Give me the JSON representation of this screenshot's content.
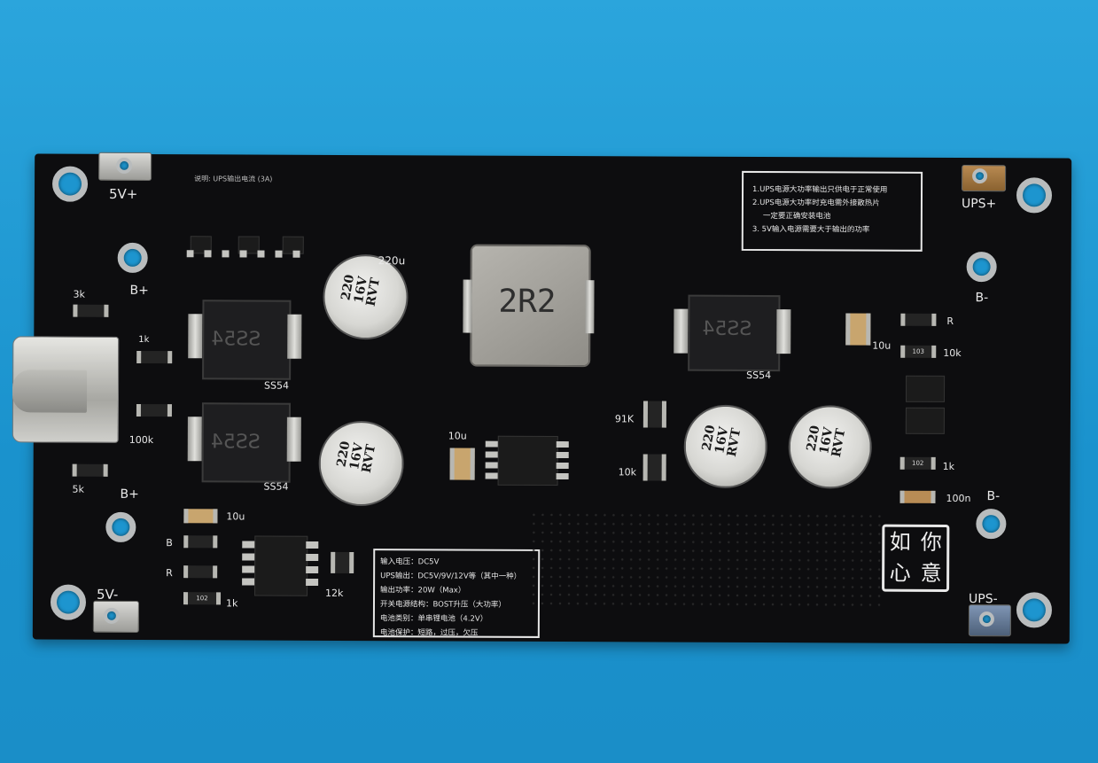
{
  "board": {
    "labels": {
      "v5_plus": "5V+",
      "v5_minus": "5V-",
      "ups_plus": "UPS+",
      "ups_minus": "UPS-",
      "b_plus_top": "B+",
      "b_plus_bottom": "B+",
      "b_minus_top": "B-",
      "b_minus_bottom": "B-",
      "r_3k": "3k",
      "r_1k": "1k",
      "r_100k": "100k",
      "r_5k": "5k",
      "c_10u_left": "10u",
      "r_b": "B",
      "r_r": "R",
      "r_1k_bottom": "1k",
      "r_12k": "12k",
      "c_10u_mid": "10u",
      "r_91k": "91K",
      "r_10k_mid": "10k",
      "c_10u_right": "10u",
      "r_r_right": "R",
      "r_10k_right": "10k",
      "r_1k_right": "1k",
      "c_100n": "100n",
      "ss54_left_top": "SS54",
      "ss54_left_bottom": "SS54",
      "ss54_right": "SS54",
      "cap_220u_label": "220u"
    },
    "components": {
      "inductor_marking": "2R2",
      "diode_marking": "SS54",
      "cap_line1": "220",
      "cap_line2": "16V",
      "cap_line3": "RVT",
      "smd_102": "102",
      "smd_103": "103"
    },
    "notes_top": [
      "1.UPS电源大功率输出只供电于正常使用",
      "2.UPS电源大功率时充电需外接散热片",
      "一定要正确安装电池",
      "3. 5V输入电源需要大于输出的功率"
    ],
    "specs": [
      "输入电压：DC5V",
      "UPS输出：DC5V/9V/12V等（其中一种）",
      "输出功率：20W（Max）",
      "开关电源结构：BOST升压（大功率）",
      "电池类别：单串锂电池（4.2V）",
      "电池保护：短路，过压，欠压"
    ],
    "top_small_note": "说明: UPS输出电流 (3A)",
    "seal_chars": [
      "你",
      "如",
      "意",
      "心"
    ]
  }
}
